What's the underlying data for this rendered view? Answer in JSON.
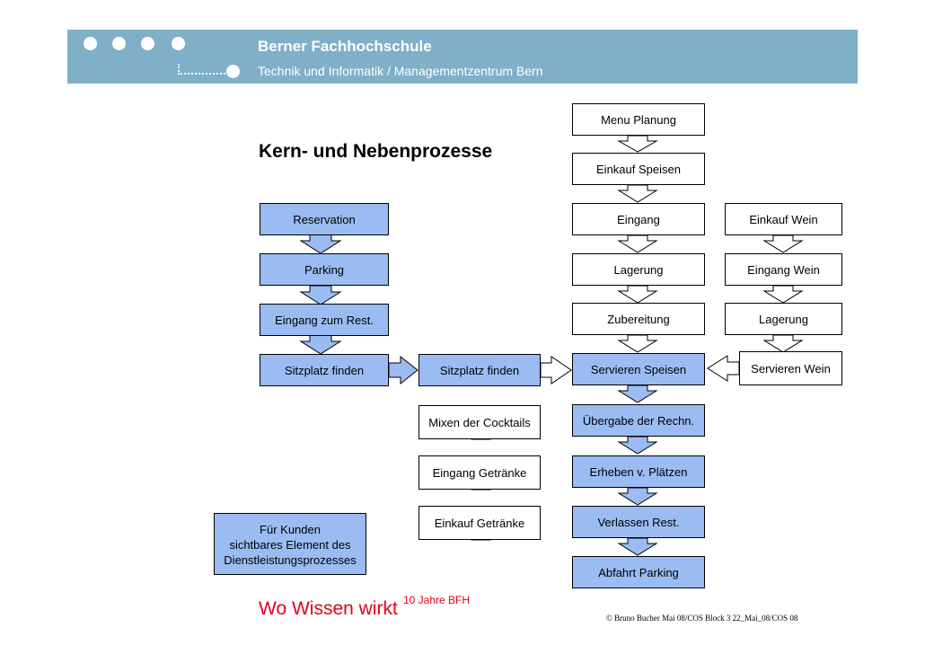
{
  "header": {
    "organization": "Berner Fachhochschule",
    "department": "Technik und Informatik / Managementzentrum Bern"
  },
  "slide": {
    "title": "Kern- und Nebenprozesse"
  },
  "processes": {
    "customer": [
      "Reservation",
      "Parking",
      "Eingang zum Rest.",
      "Sitzplatz finden"
    ],
    "bar": [
      "Sitzplatz finden",
      "Mixen der Cocktails",
      "Eingang Getränke",
      "Einkauf Getränke"
    ],
    "kitchen_top": [
      "Menu Planung",
      "Einkauf Speisen",
      "Eingang",
      "Lagerung",
      "Zubereitung"
    ],
    "service": [
      "Servieren Speisen",
      "Übergabe der Rechn.",
      "Erheben v. Plätzen",
      "Verlassen Rest.",
      "Abfahrt Parking"
    ],
    "wine": [
      "Einkauf Wein",
      "Eingang Wein",
      "Lagerung",
      "Servieren Wein"
    ]
  },
  "legend": {
    "lines": [
      "Für Kunden",
      "sichtbares Element des",
      "Dienstleistungsprozesses"
    ]
  },
  "footer": {
    "slogan": "Wo Wissen wirkt",
    "jubilee": "10 Jahre BFH",
    "copyright": "© Bruno Bucher Mai 08/COS Block 3 22_Mai_08/COS 08"
  },
  "colors": {
    "header": "#7fb0c8",
    "visible_element": "#9bbcf2",
    "slogan": "#e2001a"
  }
}
